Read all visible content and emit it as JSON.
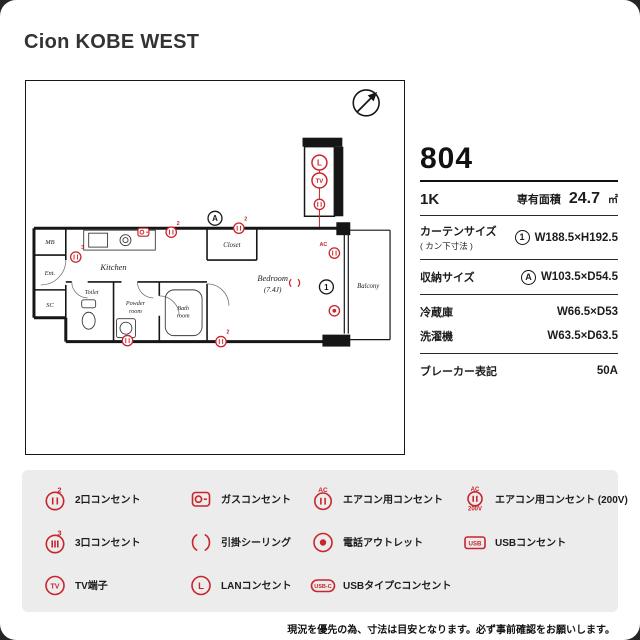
{
  "page": {
    "title": "Cion KOBE WEST",
    "note": "現況を優先の為、寸法は目安となります。必ず事前確認をお願いします。"
  },
  "info": {
    "unit_number": "804",
    "layout_type": "1K",
    "area_label": "専有面積",
    "area_value": "24.7",
    "area_unit": "㎡",
    "curtain": {
      "label": "カーテンサイズ",
      "sublabel": "( カン下寸法 )",
      "mark": "1",
      "value": "W188.5×H192.5"
    },
    "storage": {
      "label": "収納サイズ",
      "mark": "A",
      "value": "W103.5×D54.5"
    },
    "fridge": {
      "label": "冷蔵庫",
      "value": "W66.5×D53"
    },
    "washer": {
      "label": "洗濯機",
      "value": "W63.5×D63.5"
    },
    "breaker": {
      "label": "ブレーカー表記",
      "value": "50A"
    }
  },
  "plan": {
    "labels": {
      "mb": "MB",
      "ent": "Ent.",
      "sc": "SC",
      "toilet": "Toilet",
      "kitchen": "Kitchen",
      "closet": "Closet",
      "powder": [
        "Powder",
        "room"
      ],
      "bath": [
        "Bath",
        "room"
      ],
      "bedroom": [
        "Bedroom",
        "(7.4J)"
      ],
      "balcony": "Balcony"
    },
    "markers": {
      "a": "A",
      "one": "1",
      "l": "L",
      "tv": "TV",
      "ac": "AC",
      "n2": "2",
      "n3": "3"
    }
  },
  "legend": {
    "items": [
      {
        "label": "2口コンセント"
      },
      {
        "label": "ガスコンセント"
      },
      {
        "label": "エアコン用コンセント"
      },
      {
        "label": "エアコン用コンセント (200V)"
      },
      {
        "label": "3口コンセント"
      },
      {
        "label": "引掛シーリング"
      },
      {
        "label": "電話アウトレット"
      },
      {
        "label": "USBコンセント"
      },
      {
        "label": "TV端子"
      },
      {
        "label": "LANコンセント"
      },
      {
        "label": "USBタイプCコンセント"
      }
    ],
    "glyphs": {
      "n2": "2",
      "n3": "3",
      "ac": "AC",
      "v200": "200V",
      "tv": "TV",
      "lan": "L",
      "usb": "USB",
      "usbc": "USB-C"
    }
  }
}
